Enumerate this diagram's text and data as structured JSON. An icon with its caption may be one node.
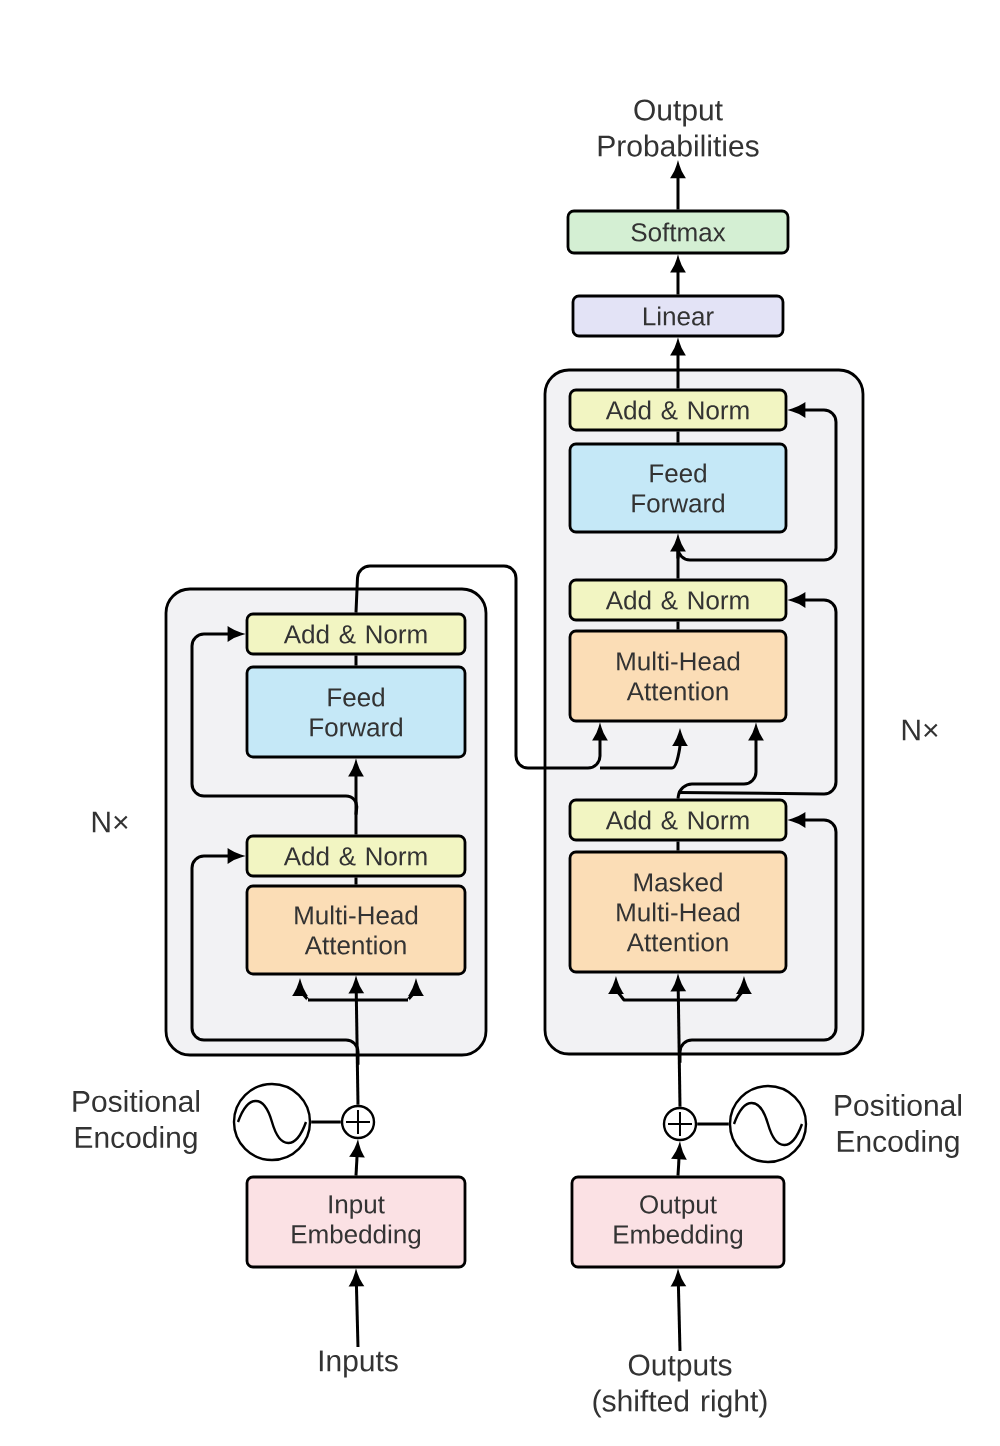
{
  "diagram": {
    "nodes": [
      {
        "text": [],
        "shape": "box",
        "beside": [
          "N×"
        ]
      },
      {
        "text": [
          "Add & Norm"
        ],
        "in": 0
      },
      {
        "text": [
          "Feed Forward"
        ],
        "in": 0
      },
      {
        "text": [
          "Add & Norm"
        ],
        "in": 0
      },
      {
        "text": [
          "Multi-Head Attention"
        ],
        "in": 0
      },
      {
        "text": [],
        "shape": "box",
        "beside": [
          "N×"
        ]
      },
      {
        "text": [
          "Add & Norm"
        ],
        "in": 5
      },
      {
        "text": [
          "Feed Forward"
        ],
        "in": 5
      },
      {
        "text": [
          "Add & Norm"
        ],
        "in": 5
      },
      {
        "text": [
          "Multi-Head Attention"
        ],
        "in": 5
      },
      {
        "text": [
          "Add & Norm"
        ],
        "in": 5
      },
      {
        "text": [
          "Masked Multi-Head Attention"
        ],
        "in": 5
      },
      {
        "text": [
          "Linear"
        ]
      },
      {
        "text": [
          "Softmax"
        ]
      },
      {
        "text": [
          "Output Probabilities"
        ]
      },
      {
        "text": [
          "Input Embedding"
        ]
      },
      {
        "text": [
          "Output Embedding"
        ]
      },
      {
        "text": [],
        "shape": "circle"
      },
      {
        "text": [],
        "shape": "circle"
      },
      {
        "text": [],
        "shape": "circle",
        "beside": [
          "Positional Encoding"
        ]
      },
      {
        "text": [],
        "shape": "circle",
        "beside": [
          "Positional Encoding"
        ]
      },
      {
        "text": [
          "Inputs"
        ]
      },
      {
        "text": [
          "Outputs (shifted right)"
        ]
      }
    ],
    "edges": [
      {
        "from": 21,
        "to": 15,
        "arrow": "to"
      },
      {
        "from": 15,
        "to": 17,
        "arrow": "to"
      },
      {
        "from": 19,
        "to": 17,
        "arrow": "none"
      },
      {
        "from": 17,
        "to": 4,
        "arrow": "to"
      },
      {
        "from": 17,
        "to": 3,
        "arrow": "to"
      },
      {
        "from": 4,
        "to": 3,
        "arrow": "none"
      },
      {
        "from": 3,
        "to": 2,
        "arrow": "to"
      },
      {
        "from": 3,
        "to": 1,
        "arrow": "to"
      },
      {
        "from": 2,
        "to": 1,
        "arrow": "none"
      },
      {
        "from": 1,
        "to": 9,
        "arrow": "to"
      },
      {
        "from": 22,
        "to": 16,
        "arrow": "to"
      },
      {
        "from": 16,
        "to": 18,
        "arrow": "to"
      },
      {
        "from": 20,
        "to": 18,
        "arrow": "none"
      },
      {
        "from": 18,
        "to": 11,
        "arrow": "to"
      },
      {
        "from": 18,
        "to": 10,
        "arrow": "to"
      },
      {
        "from": 11,
        "to": 10,
        "arrow": "none"
      },
      {
        "from": 10,
        "to": 9,
        "arrow": "to"
      },
      {
        "from": 10,
        "to": 8,
        "arrow": "to"
      },
      {
        "from": 9,
        "to": 8,
        "arrow": "none"
      },
      {
        "from": 8,
        "to": 7,
        "arrow": "to"
      },
      {
        "from": 8,
        "to": 6,
        "arrow": "to"
      },
      {
        "from": 7,
        "to": 6,
        "arrow": "none"
      },
      {
        "from": 6,
        "to": 12,
        "arrow": "to"
      },
      {
        "from": 12,
        "to": 13,
        "arrow": "to"
      },
      {
        "from": 13,
        "to": 14,
        "arrow": "to"
      }
    ]
  }
}
